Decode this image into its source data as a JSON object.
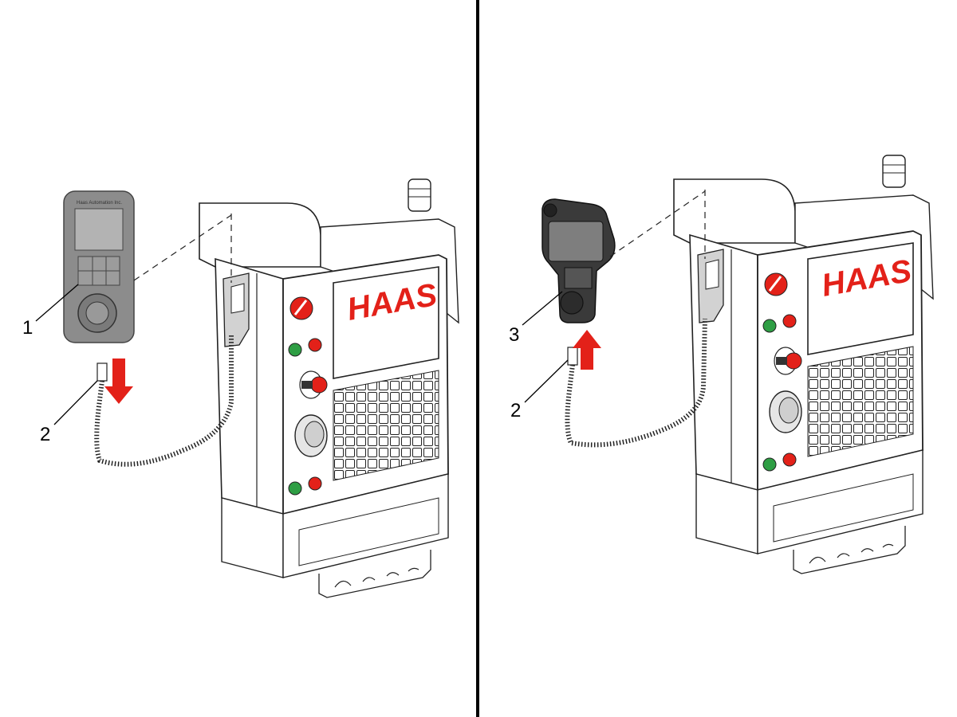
{
  "left_panel": {
    "callouts": {
      "pendant": "1",
      "connector": "2"
    },
    "pendant_brand": "Haas Automation Inc.",
    "logo": "HAAS",
    "arrow_direction": "down"
  },
  "right_panel": {
    "callouts": {
      "pendant": "3",
      "connector": "2"
    },
    "logo": "HAAS",
    "arrow_direction": "up"
  },
  "colors": {
    "accent_red": "#e32119",
    "green_button": "#2e9e44",
    "divider": "#000000",
    "cabinet_stroke": "#222222",
    "old_pendant": "#8c8c8c",
    "new_pendant": "#3a3a3a"
  }
}
